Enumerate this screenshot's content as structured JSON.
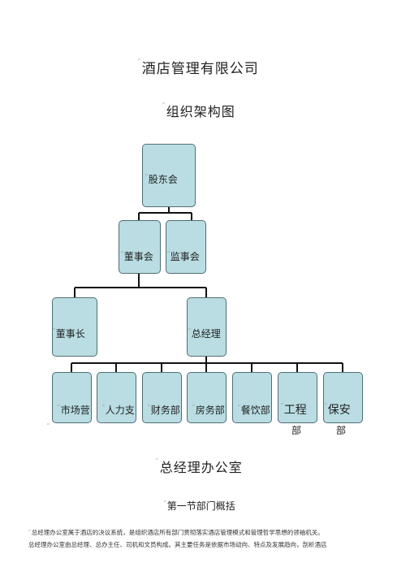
{
  "company_title": "酒店管理有限公司",
  "org_chart": {
    "title": "组织架构图",
    "shareholders": "股东会",
    "board": "董事会",
    "supervisors": "监事会",
    "chairman": "董事长",
    "general_manager": "总经理",
    "departments": [
      {
        "label": "市场营",
        "extra": ""
      },
      {
        "label": "人力支",
        "extra": ""
      },
      {
        "label": "财务部",
        "extra": ""
      },
      {
        "label": "房务部",
        "extra": ""
      },
      {
        "label": "餐饮部",
        "extra": ""
      },
      {
        "label": "工程",
        "extra": "部"
      },
      {
        "label": "保安",
        "extra": "部"
      }
    ]
  },
  "office_title": "总经理办公室",
  "section_title": "第一节部门概括",
  "paragraph": [
    "总经理办公室属于酒店的决议系统，是组织酒店所有部门贯彻落实酒店管理模式和管理哲学思想的领袖机关。",
    "总经理办公室由总经理、总办主任、司机和文员构成。其主要任务是依据市场动向、特点及发展趋向，剖析酒店"
  ]
}
